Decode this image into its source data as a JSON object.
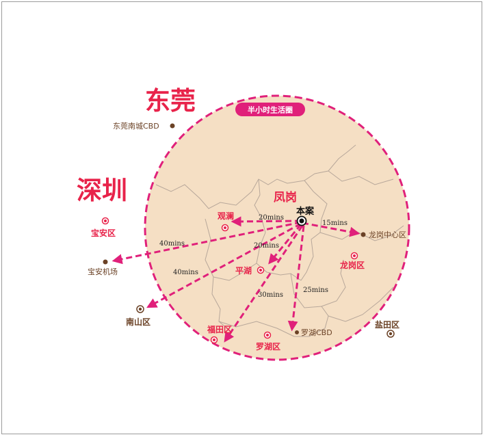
{
  "colors": {
    "accent": "#e0207a",
    "label_red": "#e8234a",
    "circle_fill": "#f5dfc4",
    "brown": "#6b4226",
    "road": "#b7a79a"
  },
  "big_labels": {
    "dongguan": "东莞",
    "shenzhen": "深圳"
  },
  "circle_banner": "半小时生活圈",
  "fenggang": "凤岗",
  "project": "本案",
  "places": {
    "dongguan_cbd": "东莞南城CBD",
    "baoan": "宝安区",
    "baoan_airport": "宝安机场",
    "nanshan": "南山区",
    "guanlan": "观澜",
    "pinghu": "平湖",
    "futian": "福田区",
    "luohu": "罗湖区",
    "luohu_cbd": "罗湖CBD",
    "longgang_center": "龙岗中心区",
    "longgang": "龙岗区",
    "yantian": "盐田区"
  },
  "times": {
    "guanlan": "20mins",
    "longgang_center": "15mins",
    "pinghu": "20mins",
    "airport": "40mins",
    "nanshan": "40mins",
    "futian": "30mins",
    "luohu_cbd": "25mins"
  }
}
